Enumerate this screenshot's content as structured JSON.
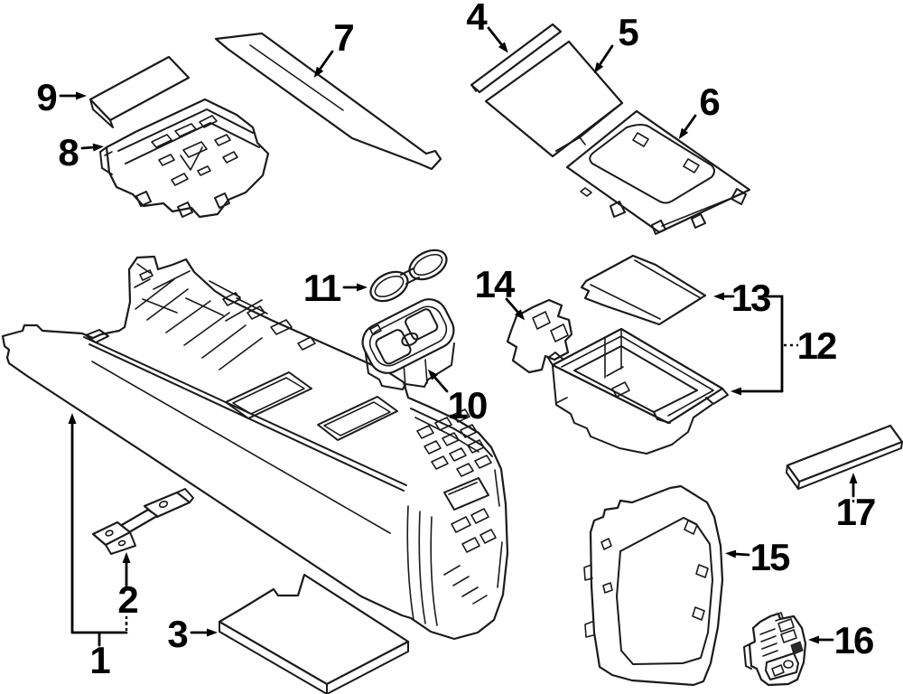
{
  "diagram": {
    "background_color": "#ffffff",
    "line_color": "#1a1a1a",
    "callout_color": "#000000",
    "callouts": [
      "1",
      "2",
      "3",
      "4",
      "5",
      "6",
      "7",
      "8",
      "9",
      "10",
      "11",
      "12",
      "13",
      "14",
      "15",
      "16",
      "17"
    ]
  }
}
